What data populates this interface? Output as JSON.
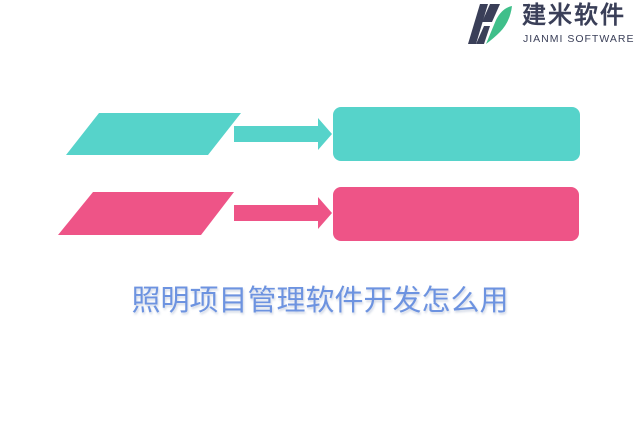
{
  "logo": {
    "name_cn": "建米软件",
    "name_en": "JIANMI SOFTWARE",
    "mark_colors": {
      "dark": "#3a3f58",
      "green": "#3fbf8a"
    }
  },
  "diagram": {
    "rows": [
      {
        "color": "#56d3ca"
      },
      {
        "color": "#ee5487"
      }
    ]
  },
  "title": "照明项目管理软件开发怎么用"
}
